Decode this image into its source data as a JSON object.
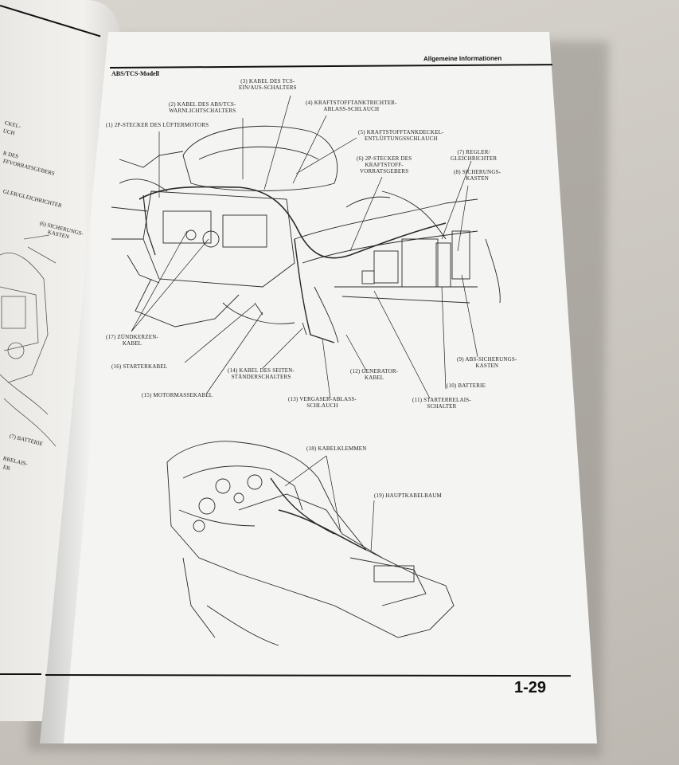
{
  "header": {
    "title": "Allgemeine Informationen",
    "section": "ABS/TCS-Modell"
  },
  "page_number": "1-29",
  "labels": {
    "l1": "(1) 2P-STECKER DES LÜFTERMOTORS",
    "l2": "(2) KABEL DES ABS/TCS-\nWARNLICHTSCHALTERS",
    "l3": "(3) KABEL DES TCS-\nEIN/AUS-SCHALTERS",
    "l4": "(4) KRAFTSTOFFTANKTRICHTER-\nABLASS-SCHLAUCH",
    "l5": "(5) KRAFTSTOFFTANKDECKEL-\nENTLÜFTUNGSSCHLAUCH",
    "l6": "(6) 2P-STECKER DES\nKRAFTSTOFF-\nVORRATSGEBERS",
    "l7": "(7) REGLER/\nGLEICHRICHTER",
    "l8": "(8) SICHERUNGS-\nKASTEN",
    "l9": "(9) ABS-SICHERUNGS-\nKASTEN",
    "l10": "(10) BATTERIE",
    "l11": "(11) STARTERRELAIS-\nSCHALTER",
    "l12": "(12) GENERATOR-\nKABEL",
    "l13": "(13) VERGASER-ABLASS-\nSCHLAUCH",
    "l14": "(14) KABEL DES SEITEN-\nSTÄNDERSCHALTERS",
    "l15": "(15) MOTORMASSEKABEL",
    "l16": "(16) STARTERKABEL",
    "l17": "(17) ZÜNDKERZEN-\nKABEL",
    "l18": "(18) KABELKLEMMEN",
    "l19": "(19) HAUPTKABELBAUM"
  },
  "left_page_fragments": [
    "CKEL-",
    "UCH",
    "R DES",
    "FFVORRATSGEBERS",
    "GLER/GLEICHRICHTER",
    "(6) SICHERUNGS-",
    "KASTEN",
    "(7) BATTERIE",
    "RRELAIS-",
    "ER"
  ]
}
